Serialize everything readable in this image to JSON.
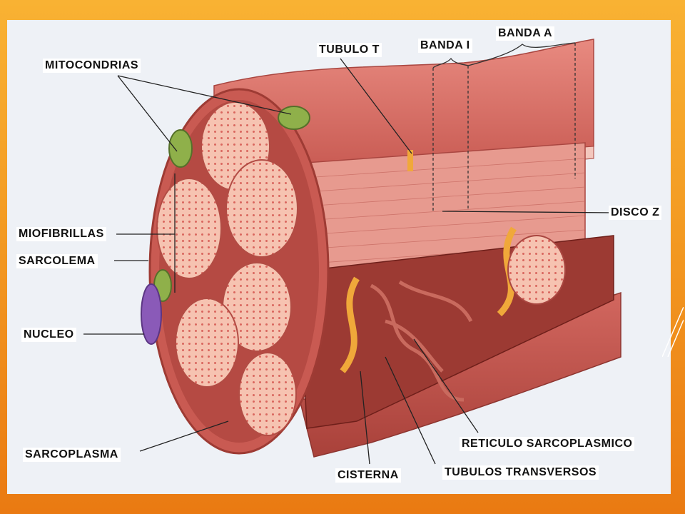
{
  "slide": {
    "background": "#f08a1c",
    "panel": "#eef1f6"
  },
  "labels": {
    "banda_a": "BANDA A",
    "banda_i": "BANDA I",
    "tubulo_t": "TUBULO T",
    "mitocondrias": "MITOCONDRIAS",
    "disco_z": "DISCO Z",
    "miofibrillas": "MIOFIBRILLAS",
    "sarcolema": "SARCOLEMA",
    "nucleo": "NUCLEO",
    "reticulo_sarcoplasmico": "RETICULO SARCOPLASMICO",
    "sarcoplasma": "SARCOPLASMA",
    "tubulos_transversos": "TUBULOS TRANSVERSOS",
    "cisterna": "CISTERNA"
  },
  "colors": {
    "muscle": "#d9736a",
    "muscle_dark": "#b54c44",
    "myofibril": "#f5c0ae",
    "myofibril_dot": "#d9665e",
    "mitochondria": "#8fb04a",
    "t_tubule": "#f0a83a",
    "reticulum": "#8e2a24",
    "nucleus": "#8a5ab8"
  }
}
